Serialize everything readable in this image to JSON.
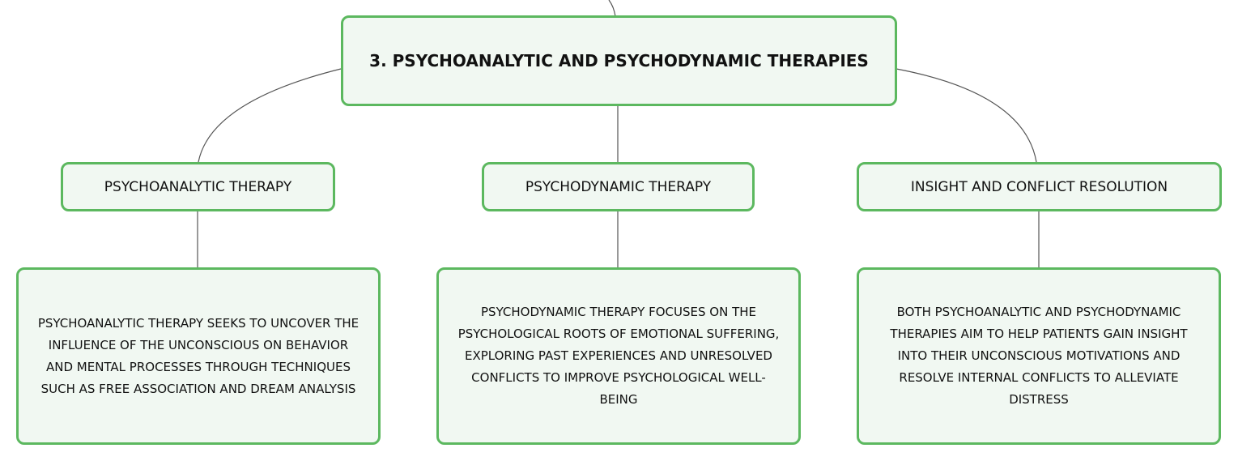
{
  "root": {
    "title": "3. PSYCHOANALYTIC AND PSYCHODYNAMIC THERAPIES"
  },
  "branches": [
    {
      "title": "PSYCHOANALYTIC THERAPY",
      "detail": "PSYCHOANALYTIC THERAPY SEEKS TO UNCOVER THE INFLUENCE OF THE UNCONSCIOUS ON BEHAVIOR AND MENTAL PROCESSES THROUGH TECHNIQUES SUCH AS FREE ASSOCIATION AND DREAM ANALYSIS"
    },
    {
      "title": "PSYCHODYNAMIC THERAPY",
      "detail": "PSYCHODYNAMIC THERAPY FOCUSES ON THE PSYCHOLOGICAL ROOTS OF EMOTIONAL SUFFERING, EXPLORING PAST EXPERIENCES AND UNRESOLVED CONFLICTS TO IMPROVE PSYCHOLOGICAL WELL-BEING"
    },
    {
      "title": "INSIGHT AND CONFLICT RESOLUTION",
      "detail": "BOTH PSYCHOANALYTIC AND PSYCHODYNAMIC THERAPIES AIM TO HELP PATIENTS GAIN INSIGHT INTO THEIR UNCONSCIOUS MOTIVATIONS AND RESOLVE INTERNAL CONFLICTS TO ALLEVIATE DISTRESS"
    }
  ],
  "colors": {
    "border": "#5cb85f",
    "fill": "#f1f8f2",
    "line": "#555555"
  }
}
